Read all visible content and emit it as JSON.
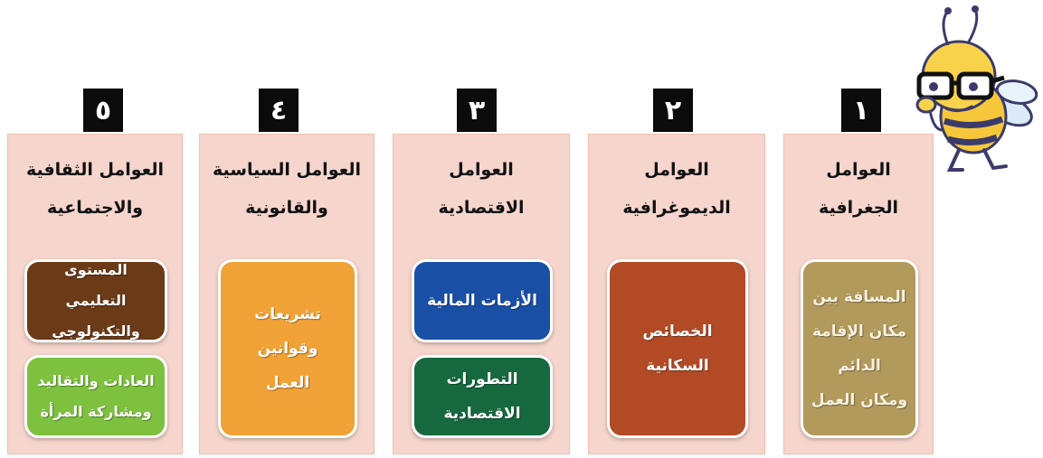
{
  "columns": [
    {
      "number": "١",
      "title": "العوامل\nالجغرافية",
      "cards": [
        {
          "text": "المسافة بين\nمكان الإقامة\nالدائم\nومكان العمل",
          "color": "#b29a5c"
        }
      ]
    },
    {
      "number": "٢",
      "title": "العوامل\nالديموغرافية",
      "cards": [
        {
          "text": "الخصائص\nالسكانية",
          "color": "#b24a25"
        }
      ]
    },
    {
      "number": "٣",
      "title": "العوامل\nالاقتصادية",
      "cards": [
        {
          "text": "الأزمات المالية",
          "color": "#1a4fa6"
        },
        {
          "text": "التطورات\nالاقتصادية",
          "color": "#16693f"
        }
      ]
    },
    {
      "number": "٤",
      "title": "العوامل السياسية\nوالقانونية",
      "cards": [
        {
          "text": "تشريعات\nوقوانين\nالعمل",
          "color": "#f1a236"
        }
      ]
    },
    {
      "number": "٥",
      "title": "العوامل الثقافية\nوالاجتماعية",
      "cards": [
        {
          "text": "المستوى التعليمي\nوالتكنولوجي",
          "color": "#6b3a17"
        },
        {
          "text": "العادات والتقاليد\nومشاركة المرأة",
          "color": "#7dc13f"
        }
      ]
    }
  ]
}
